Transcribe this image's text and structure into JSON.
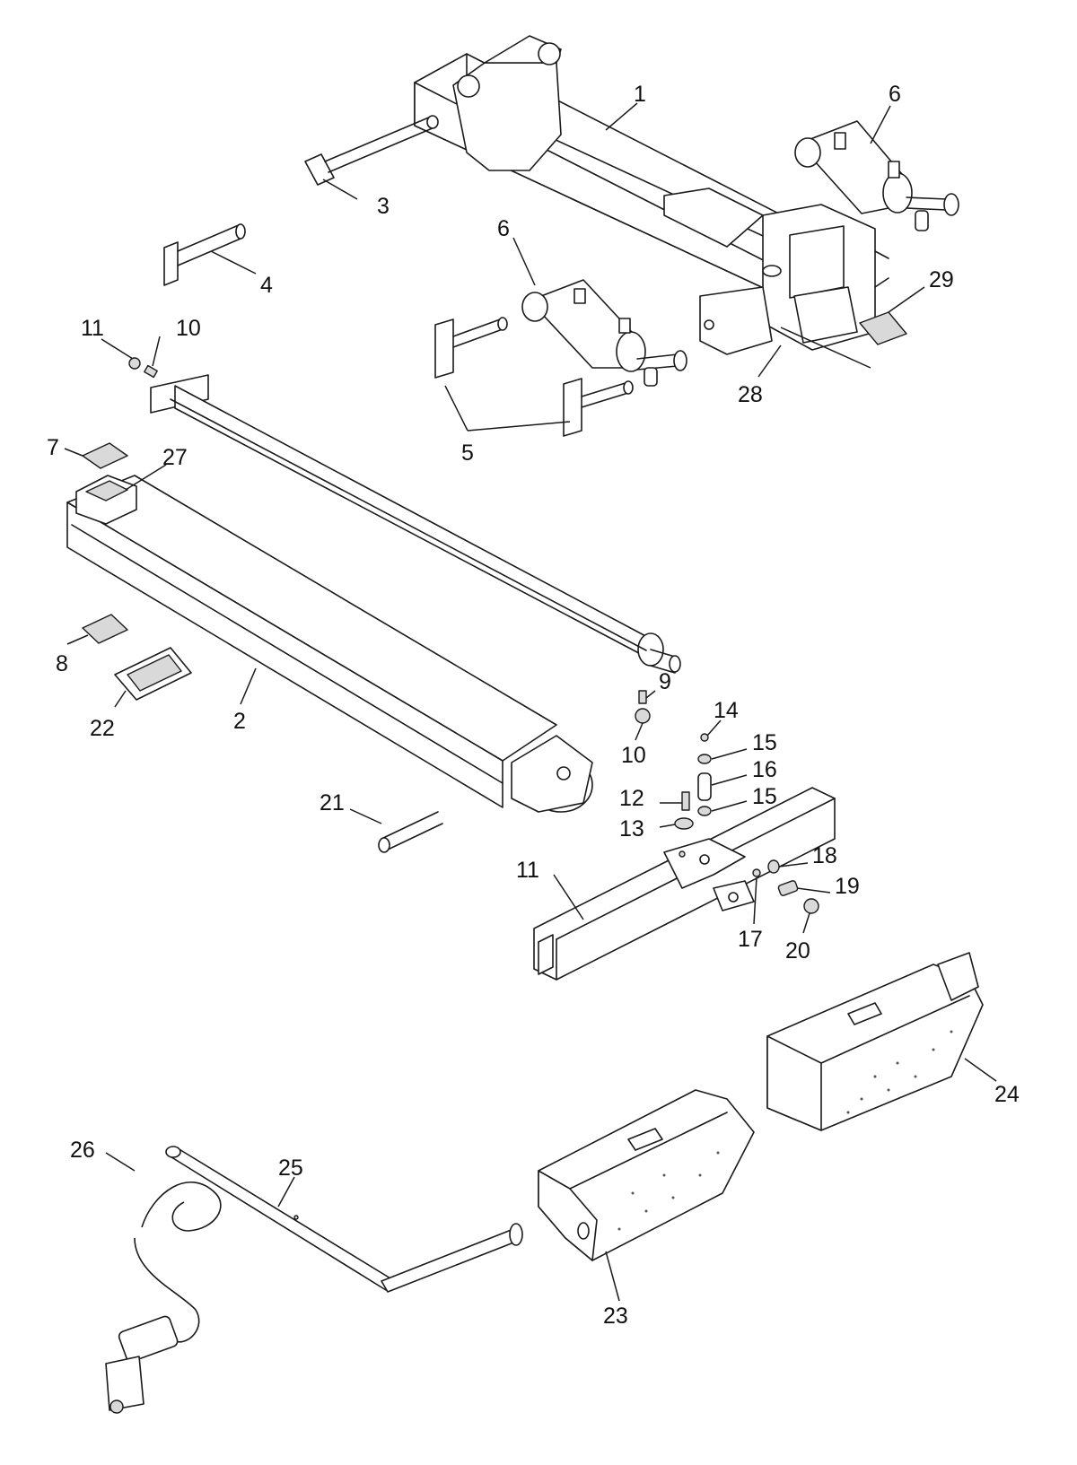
{
  "callouts": {
    "p1": "1",
    "p2": "2",
    "p3": "3",
    "p4": "4",
    "p5": "5",
    "p6a": "6",
    "p6b": "6",
    "p7": "7",
    "p8": "8",
    "p9": "9",
    "p10a": "10",
    "p10b": "10",
    "p11a": "11",
    "p11b": "11",
    "p12": "12",
    "p13": "13",
    "p14": "14",
    "p15a": "15",
    "p15b": "15",
    "p16": "16",
    "p17": "17",
    "p18": "18",
    "p19": "19",
    "p20": "20",
    "p21": "21",
    "p22": "22",
    "p23": "23",
    "p24": "24",
    "p25": "25",
    "p26": "26",
    "p27": "27",
    "p28": "28",
    "p29": "29"
  },
  "colors": {
    "line": "#1a1a1a",
    "paper": "#ffffff",
    "shade": "#d9d9d9"
  }
}
